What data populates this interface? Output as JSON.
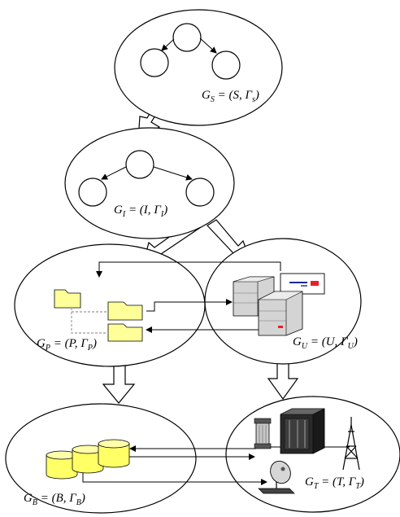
{
  "labels": {
    "gs": {
      "g": "G",
      "gsub": "S",
      "mid": " = (S, ",
      "gamma": "Γ",
      "gammasub": "s",
      "end": ")"
    },
    "gi": {
      "g": "G",
      "gsub": "I",
      "mid": " = (I, ",
      "gamma": "Γ",
      "gammasub": "I",
      "end": ")"
    },
    "gp": {
      "g": "G",
      "gsub": "P",
      "mid": " = (P, ",
      "gamma": "Γ",
      "gammasub": "P",
      "end": ")"
    },
    "gu": {
      "g": "G",
      "gsub": "U",
      "mid": " = (U, ",
      "gamma": "Γ",
      "gammasub": "U",
      "end": ")"
    },
    "gb": {
      "g": "G",
      "gsub": "B",
      "mid": " = (B, ",
      "gamma": "Γ",
      "gammasub": "B",
      "end": ")"
    },
    "gt": {
      "g": "G",
      "gsub": "T",
      "mid": " = (T, ",
      "gamma": "Γ",
      "gammasub": "T",
      "end": ")"
    }
  },
  "icons": [
    "folder-icon",
    "server-icon",
    "document-icon",
    "database-icon",
    "tower-icon",
    "satellite-dish-icon",
    "gas-cylinder-icon",
    "building-icon"
  ],
  "colors": {
    "folder": "#ffff99",
    "server": "#c0c0c0",
    "database": "#ffff66",
    "accent_red": "#e8202a",
    "accent_blue": "#1a2a9a"
  }
}
